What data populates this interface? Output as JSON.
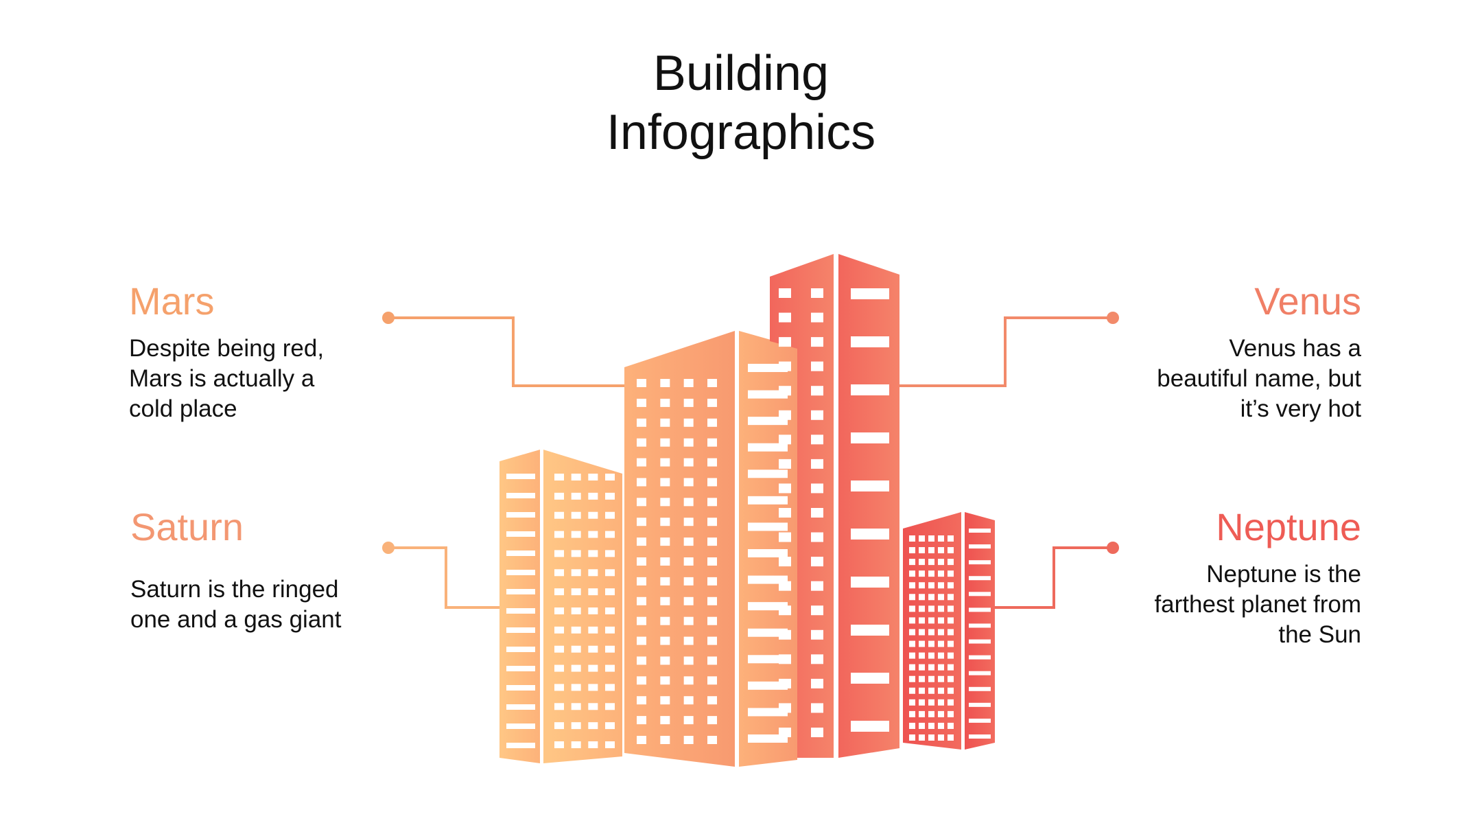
{
  "title": {
    "line1": "Building",
    "line2": "Infographics"
  },
  "items": [
    {
      "heading": "Mars",
      "desc_lines": [
        "Despite being red,",
        "Mars is actually a",
        "cold place"
      ],
      "color": "#F5A16C"
    },
    {
      "heading": "Saturn",
      "desc_lines": [
        "Saturn is the ringed",
        "one and a gas giant"
      ],
      "color": "#F39772"
    },
    {
      "heading": "Venus",
      "desc_lines": [
        "Venus has a",
        "beautiful name, but",
        "it’s very hot"
      ],
      "color": "#F07F66"
    },
    {
      "heading": "Neptune",
      "desc_lines": [
        "Neptune is the",
        "farthest planet from",
        "the Sun"
      ],
      "color": "#EE5C55"
    }
  ],
  "colors": {
    "light": "#FFC785",
    "mid": "#F79A70",
    "dark": "#F2665A",
    "red": "#EE5450"
  }
}
